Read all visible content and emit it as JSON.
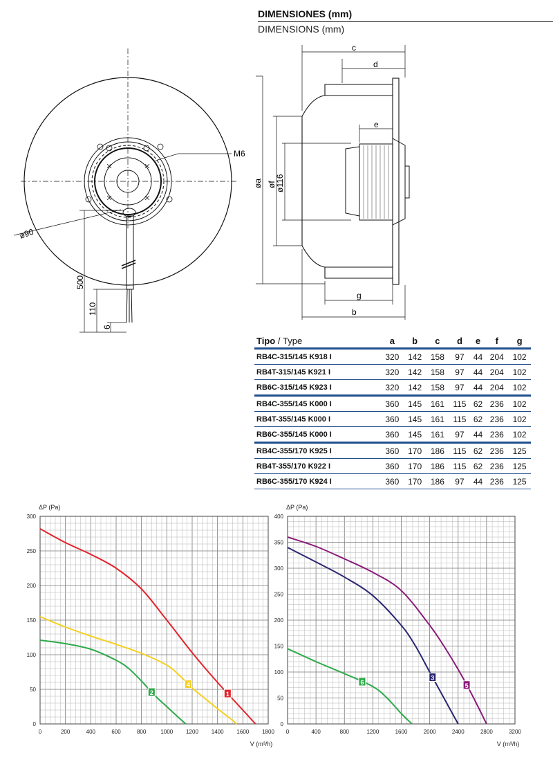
{
  "header": {
    "title_es": "DIMENSIONES (mm)",
    "title_en": "DIMENSIONS (mm)"
  },
  "drawing_labels": {
    "m6": "M6",
    "d90": "ø90",
    "l500": "500",
    "l110": "110",
    "l6": "6",
    "c": "c",
    "d": "d",
    "e": "e",
    "a": "øa",
    "f": "øf",
    "d116": "ø116",
    "g": "g",
    "b": "b"
  },
  "table": {
    "type_label_es": "Tipo",
    "separator": "/",
    "type_label_en": "Type",
    "columns": [
      "a",
      "b",
      "c",
      "d",
      "e",
      "f",
      "g"
    ],
    "rows": [
      {
        "type": "RB4C-315/145 K918 I",
        "values": [
          "320",
          "142",
          "158",
          "97",
          "44",
          "204",
          "102"
        ]
      },
      {
        "type": "RB4T-315/145 K921 I",
        "values": [
          "320",
          "142",
          "158",
          "97",
          "44",
          "204",
          "102"
        ]
      },
      {
        "type": "RB6C-315/145 K923 I",
        "values": [
          "320",
          "142",
          "158",
          "97",
          "44",
          "204",
          "102"
        ]
      },
      {
        "type": "RB4C-355/145 K000 I",
        "values": [
          "360",
          "145",
          "161",
          "115",
          "62",
          "236",
          "102"
        ]
      },
      {
        "type": "RB4T-355/145 K000 I",
        "values": [
          "360",
          "145",
          "161",
          "115",
          "62",
          "236",
          "102"
        ]
      },
      {
        "type": "RB6C-355/145 K000 I",
        "values": [
          "360",
          "145",
          "161",
          "97",
          "44",
          "236",
          "102"
        ]
      },
      {
        "type": "RB4C-355/170 K925 I",
        "values": [
          "360",
          "170",
          "186",
          "115",
          "62",
          "236",
          "125"
        ]
      },
      {
        "type": "RB4T-355/170 K922 I",
        "values": [
          "360",
          "170",
          "186",
          "115",
          "62",
          "236",
          "125"
        ]
      },
      {
        "type": "RB6C-355/170 K924 I",
        "values": [
          "360",
          "170",
          "186",
          "97",
          "44",
          "236",
          "125"
        ]
      }
    ]
  },
  "chart_data": [
    {
      "type": "line",
      "ylabel": "ΔP (Pa)",
      "xlabel": "V (m³/h)",
      "xlim": [
        0,
        1800
      ],
      "ylim": [
        0,
        300
      ],
      "xticks": [
        "0",
        "200",
        "400",
        "600",
        "800",
        "1000",
        "1200",
        "1400",
        "1600",
        "1800"
      ],
      "yticks": [
        "0",
        "50",
        "100",
        "150",
        "200",
        "250",
        "300"
      ],
      "grid": true,
      "series": [
        {
          "name": "1",
          "color": "#e3232c",
          "marker_x": 1480,
          "x": [
            0,
            200,
            400,
            600,
            800,
            1000,
            1200,
            1400,
            1600,
            1700
          ],
          "y": [
            282,
            262,
            245,
            225,
            195,
            150,
            103,
            60,
            20,
            0
          ]
        },
        {
          "name": "2",
          "color": "#2eaa4a",
          "marker_x": 880,
          "x": [
            0,
            200,
            400,
            600,
            700,
            800,
            900,
            1000,
            1100,
            1150
          ],
          "y": [
            121,
            116,
            108,
            92,
            80,
            62,
            42,
            25,
            8,
            0
          ]
        },
        {
          "name": "4",
          "color": "#f5d020",
          "marker_x": 1170,
          "x": [
            0,
            200,
            400,
            600,
            800,
            1000,
            1100,
            1200,
            1300,
            1400,
            1500,
            1550
          ],
          "y": [
            155,
            140,
            127,
            115,
            102,
            85,
            70,
            52,
            37,
            22,
            8,
            0
          ]
        }
      ]
    },
    {
      "type": "line",
      "ylabel": "ΔP (Pa)",
      "xlabel": "V (m³/h)",
      "xlim": [
        0,
        3200
      ],
      "ylim": [
        0,
        400
      ],
      "xticks": [
        "0",
        "400",
        "800",
        "1200",
        "1600",
        "2000",
        "2400",
        "2800",
        "3200"
      ],
      "yticks": [
        "0",
        "50",
        "100",
        "150",
        "200",
        "250",
        "300",
        "350",
        "400"
      ],
      "grid": true,
      "series": [
        {
          "name": "3",
          "color": "#2a2670",
          "marker_x": 2040,
          "x": [
            0,
            400,
            800,
            1200,
            1600,
            1800,
            2000,
            2200,
            2400
          ],
          "y": [
            340,
            312,
            283,
            247,
            190,
            150,
            100,
            50,
            0
          ]
        },
        {
          "name": "5",
          "color": "#8b1a7a",
          "marker_x": 2520,
          "x": [
            0,
            400,
            800,
            1200,
            1600,
            2000,
            2200,
            2400,
            2600,
            2800
          ],
          "y": [
            360,
            342,
            318,
            292,
            257,
            190,
            150,
            105,
            55,
            0
          ]
        },
        {
          "name": "6",
          "color": "#2eaa4a",
          "marker_x": 1050,
          "x": [
            0,
            400,
            800,
            1200,
            1400,
            1600,
            1750
          ],
          "y": [
            145,
            120,
            97,
            72,
            50,
            20,
            0
          ]
        }
      ]
    }
  ]
}
